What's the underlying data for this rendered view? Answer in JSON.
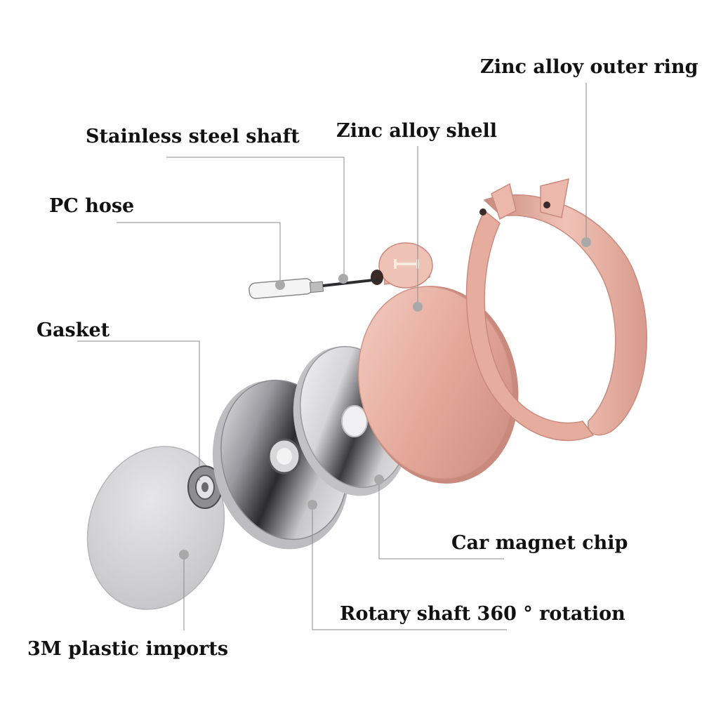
{
  "labels": {
    "outer_ring": "Zinc alloy outer ring",
    "steel_shaft": "Stainless steel shaft",
    "shell": "Zinc alloy shell",
    "pc_hose": "PC hose",
    "gasket": "Gasket",
    "magnet_chip": "Car magnet chip",
    "rotary_shaft": "Rotary shaft  360 °  rotation",
    "plastic": "3M plastic imports"
  },
  "colors": {
    "rose_gold": "#e5a99a",
    "rose_gold_light": "#f3cfc4",
    "rose_gold_dark": "#c98a7d",
    "silver": "#cfcfd1",
    "chrome_dark": "#2b2b2e",
    "leader_line": "#8a8a8a",
    "marker": "#a9a9a9"
  }
}
